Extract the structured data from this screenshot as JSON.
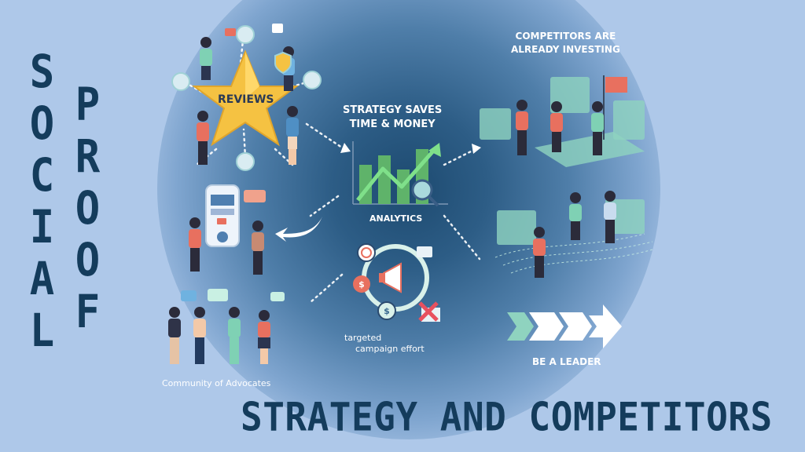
{
  "side_title": {
    "word1": [
      "S",
      "O",
      "C",
      "I",
      "A",
      "L"
    ],
    "word2": [
      "P",
      "R",
      "O",
      "O",
      "F"
    ]
  },
  "footer_title": "STRATEGY AND COMPETITORS",
  "reviews": {
    "star_label": "REVIEWS"
  },
  "strategy": {
    "line1": "STRATEGY SAVES",
    "line2": "TIME & MONEY",
    "chart_label": "ANALYTICS"
  },
  "competitors": {
    "line1": "COMPETITORS ARE",
    "line2": "ALREADY INVESTING"
  },
  "campaign": {
    "line1": "targeted",
    "line2": "campaign effort"
  },
  "advocates": {
    "label": "Community of Advocates"
  },
  "leader": {
    "label": "BE A LEADER"
  },
  "colors": {
    "background": "#aec8e9",
    "title": "#143c5c",
    "star": "#f5c242",
    "chart_green": "#5fb36a",
    "accent_red": "#e8705f",
    "mint": "#8fd3bf"
  }
}
